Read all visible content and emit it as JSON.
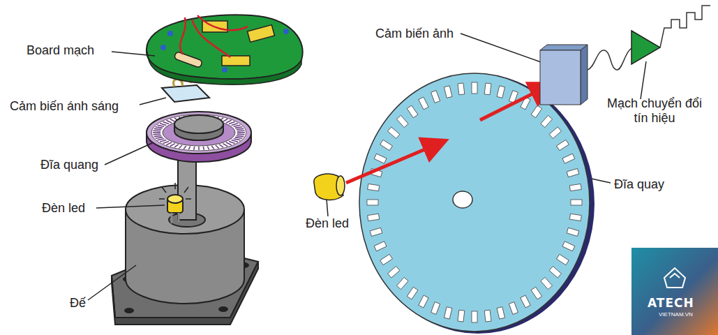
{
  "diagram": {
    "labels": [
      "Board mạch",
      "Cảm biến ánh sáng",
      "Đĩa quang",
      "Đèn led",
      "Đế",
      "Cảm biến ảnh",
      "Mạch chuyển đổi tín hiệu",
      "Đèn led",
      "Đĩa quay",
      "ATECH",
      "VIETNAM.VN"
    ]
  }
}
